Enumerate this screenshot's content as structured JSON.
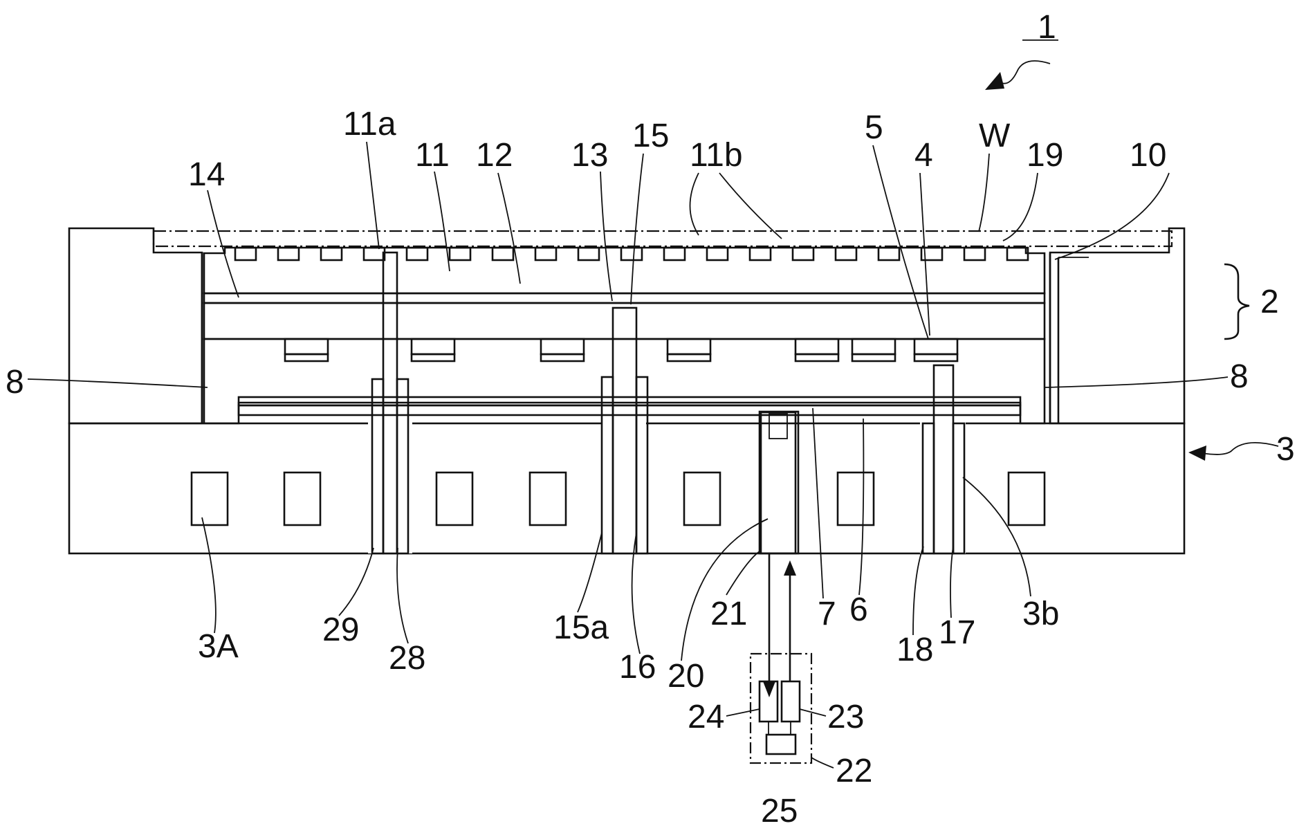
{
  "figure": {
    "device_ref": "1",
    "wafer_ref": "W",
    "labels": {
      "l1": "1",
      "l11a": "11a",
      "l11": "11",
      "l12": "12",
      "l13": "13",
      "l15": "15",
      "l11b": "11b",
      "l5": "5",
      "l4": "4",
      "lW": "W",
      "l19": "19",
      "l10": "10",
      "l14": "14",
      "l2": "2",
      "l8left": "8",
      "l8right": "8",
      "l3": "3",
      "l3A": "3A",
      "l29": "29",
      "l28": "28",
      "l15a": "15a",
      "l16": "16",
      "l20": "20",
      "l21": "21",
      "l7": "7",
      "l6": "6",
      "l18": "18",
      "l17": "17",
      "l3b": "3b",
      "l24": "24",
      "l23": "23",
      "l22": "22",
      "l25": "25"
    }
  }
}
